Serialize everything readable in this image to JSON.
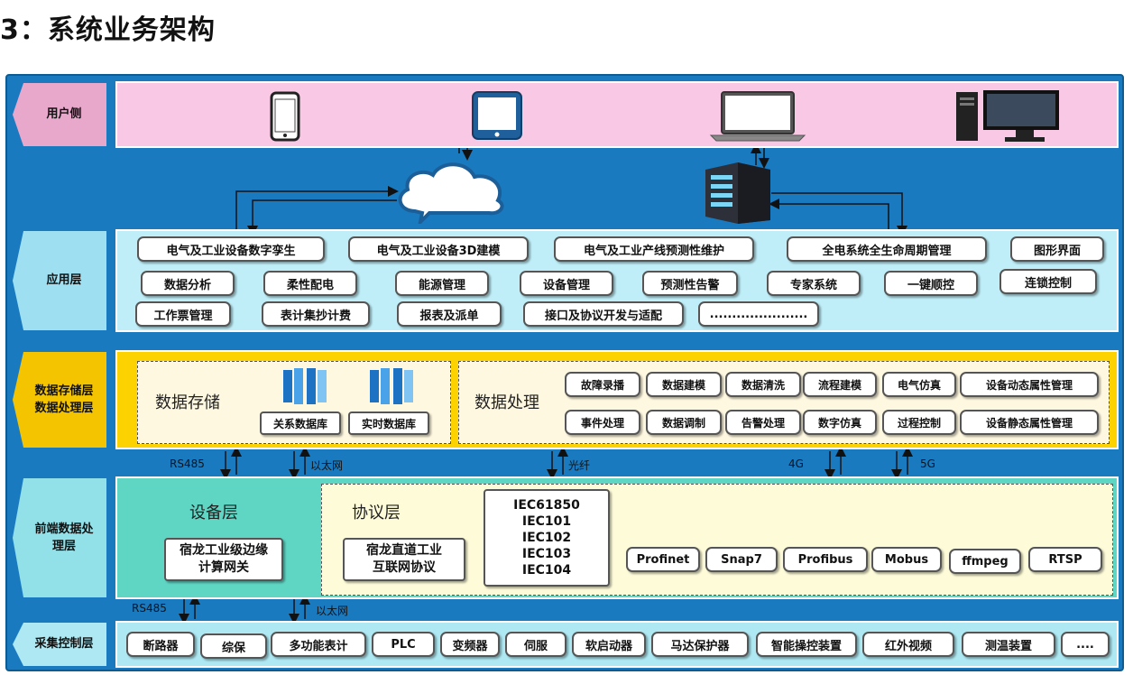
{
  "title": "3：系统业务架构",
  "layers": {
    "user": "用户侧",
    "app": "应用层",
    "data": "数据存储层\n数据处理层",
    "front": "前端数据处\n理层",
    "collect": "采集控制层"
  },
  "app_items": {
    "row1": [
      "电气及工业设备数字孪生",
      "电气及工业设备3D建模",
      "电气及工业产线预测性维护",
      "全电系统全生命周期管理",
      "图形界面"
    ],
    "row2": [
      "数据分析",
      "柔性配电",
      "能源管理",
      "设备管理",
      "预测性告警",
      "专家系统",
      "一键顺控",
      "连锁控制"
    ],
    "row3": [
      "工作票管理",
      "表计集抄计费",
      "报表及派单",
      "接口及协议开发与适配",
      "......................"
    ]
  },
  "storage": {
    "title": "数据存储",
    "items": [
      "关系数据库",
      "实时数据库"
    ]
  },
  "processing": {
    "title": "数据处理",
    "row1": [
      "故障录播",
      "数据建模",
      "数据清洗",
      "流程建模",
      "电气仿真",
      "设备动态属性管理"
    ],
    "row2": [
      "事件处理",
      "数据调制",
      "告警处理",
      "数字仿真",
      "过程控制",
      "设备静态属性管理"
    ]
  },
  "connections_top": [
    "RS485",
    "以太网",
    "光纤",
    "4G",
    "5G"
  ],
  "device_layer": {
    "title": "设备层",
    "gateway": "宿龙工业级边缘\n计算网关"
  },
  "protocol_layer": {
    "title": "协议层",
    "internet": "宿龙直道工业\n互联网协议",
    "iec": [
      "IEC61850",
      "IEC101",
      "IEC102",
      "IEC103",
      "IEC104"
    ],
    "protocols": [
      "Profinet",
      "Snap7",
      "Profibus",
      "Mobus",
      "ffmpeg",
      "RTSP"
    ]
  },
  "connections_bottom": [
    "RS485",
    "以太网"
  ],
  "collect_items": [
    "断路器",
    "综保",
    "多功能表计",
    "PLC",
    "变频器",
    "伺服",
    "软启动器",
    "马达保护器",
    "智能操控装置",
    "红外视频",
    "测温装置",
    "...."
  ],
  "colors": {
    "frame": "#1a7ac0",
    "user_panel": "#f8c8e4",
    "app_panel": "#bfeef8",
    "data_panel": "#fcd200",
    "front_panel": "#5fd6c4",
    "collect_panel": "#aee8f2",
    "user_label": "#e8a8cc",
    "app_label": "#9ee0f2",
    "data_label": "#f4c400",
    "front_label": "#92e0e8",
    "collect_label": "#aee8f2"
  },
  "icons": [
    "smartphone-icon",
    "tablet-icon",
    "laptop-icon",
    "desktop-computer-icon",
    "cloud-icon",
    "server-icon",
    "database-icon"
  ]
}
